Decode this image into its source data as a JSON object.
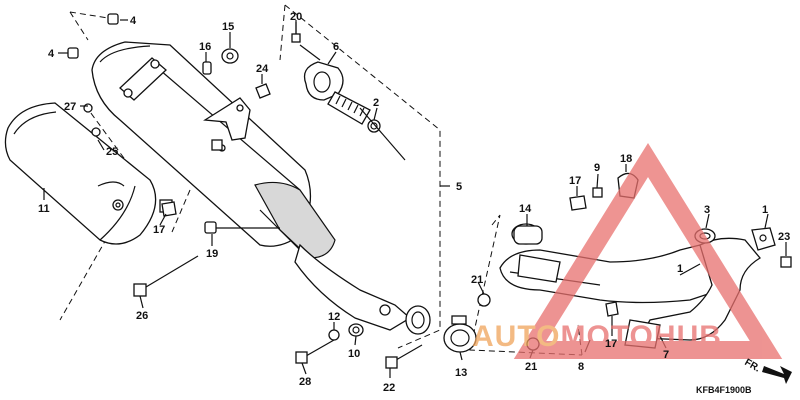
{
  "callouts": [
    "1",
    "1",
    "2",
    "3",
    "4",
    "4",
    "5",
    "6",
    "7",
    "8",
    "9",
    "10",
    "11",
    "12",
    "13",
    "14",
    "15",
    "16",
    "17",
    "17",
    "17",
    "18",
    "19",
    "20",
    "21",
    "21",
    "22",
    "23",
    "24",
    "25",
    "26",
    "27",
    "28"
  ],
  "diagram_code": "KFB4F1900B",
  "direction_label": "FR.",
  "watermark": {
    "brand_part1": "AUTO",
    "brand_part2": "MOTO",
    "brand_part3": "HUB",
    "color_primary": "#f0a35a",
    "color_secondary": "#e8706e"
  }
}
